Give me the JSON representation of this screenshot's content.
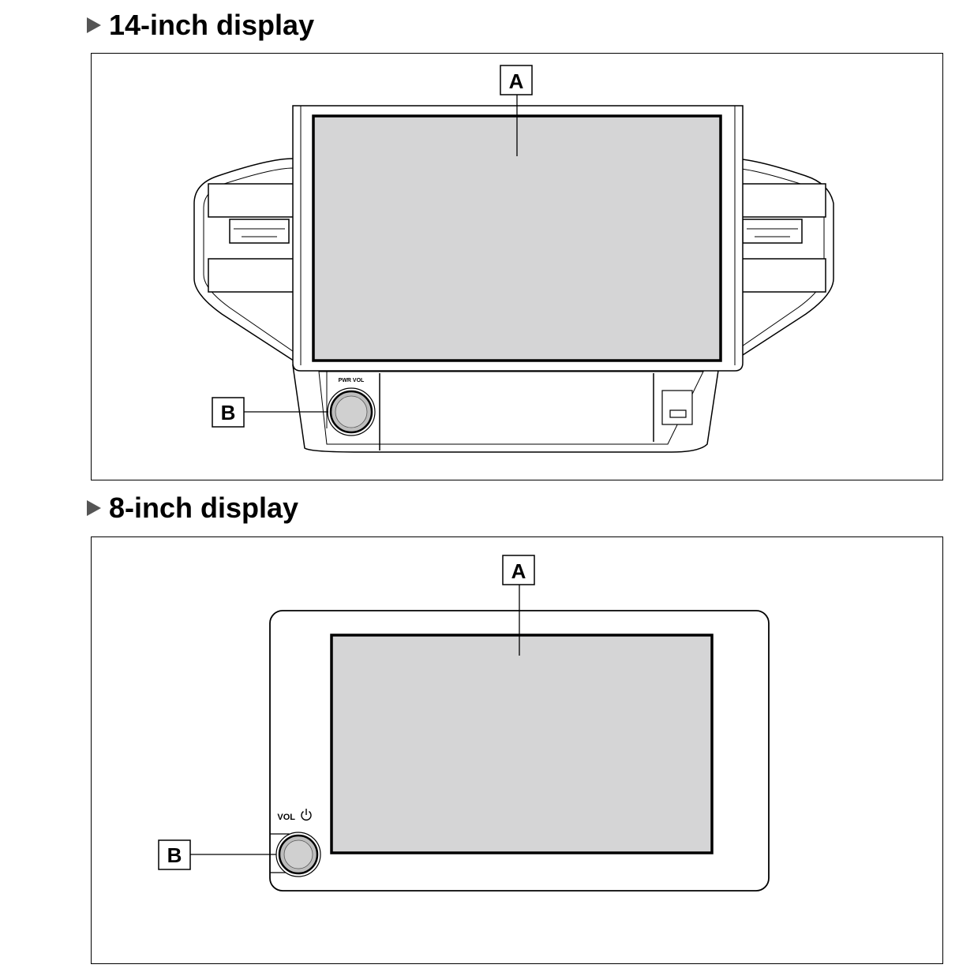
{
  "sections": [
    {
      "title": "14-inch display",
      "callout_a": "A",
      "callout_b": "B",
      "knob_label": "PWR VOL"
    },
    {
      "title": "8-inch display",
      "callout_a": "A",
      "callout_b": "B",
      "knob_label": "VOL"
    }
  ],
  "icons": {
    "power": "power-icon",
    "usb": "usb-port-icon",
    "title_marker": "triangle-right-icon"
  },
  "colors": {
    "screen_fill": "#d5d5d6",
    "line": "#000000",
    "marker": "#555555"
  }
}
